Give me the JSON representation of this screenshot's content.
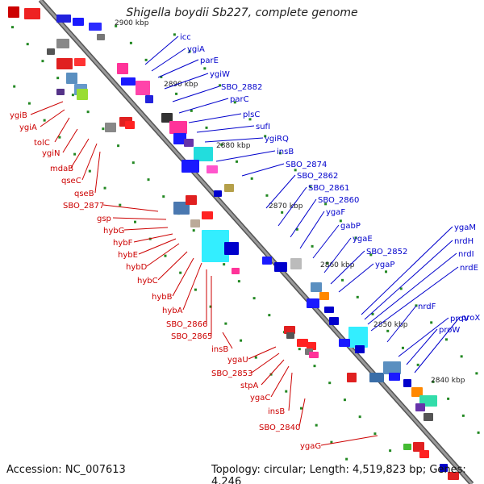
{
  "title": "Shigella boydii Sb227, complete genome",
  "footer": {
    "accession_label": "Accession:",
    "accession": "NC_007613",
    "topology_label": "Topology:",
    "topology": "circular;",
    "length_label": "Length:",
    "length": "4,519,823 bp;",
    "genes_label": "Genes:",
    "genes": "4,246"
  },
  "colors": {
    "forward_strand": "#0000cc",
    "reverse_strand": "#cc0000",
    "backbone": "#888888",
    "tick": "#228822"
  },
  "kbp_markers": [
    "2900 kbp",
    "2890 kbp",
    "2880 kbp",
    "2870 kbp",
    "2860 kbp",
    "2850 kbp",
    "2840 kbp"
  ],
  "genes_forward_strand": [
    "icc",
    "ygiA",
    "parE",
    "ygiW",
    "SBO_2882",
    "parC",
    "plsC",
    "sufI",
    "ygiRQ",
    "insB",
    "SBO_2874",
    "SBO_2862",
    "SBO_2861",
    "SBO_2860",
    "ygaF",
    "gabP",
    "ygaE",
    "SBO_2852",
    "ygaP",
    "ygaM",
    "nrdH",
    "nrdI",
    "nrdE",
    "nrdF",
    "proV",
    "proW",
    "proX"
  ],
  "genes_reverse_strand": [
    "ygiB",
    "ygiA",
    "tolC",
    "ygiN",
    "mdaB",
    "qseC",
    "qseB",
    "SBO_2877",
    "gsp",
    "hybG",
    "hybF",
    "hybE",
    "hybD",
    "hybC",
    "hybB",
    "hybA",
    "SBO_2866",
    "SBO_2865",
    "insB",
    "ygaU",
    "SBO_2853",
    "stpA",
    "ygaC",
    "insB",
    "SBO_2840",
    "ygaG"
  ]
}
